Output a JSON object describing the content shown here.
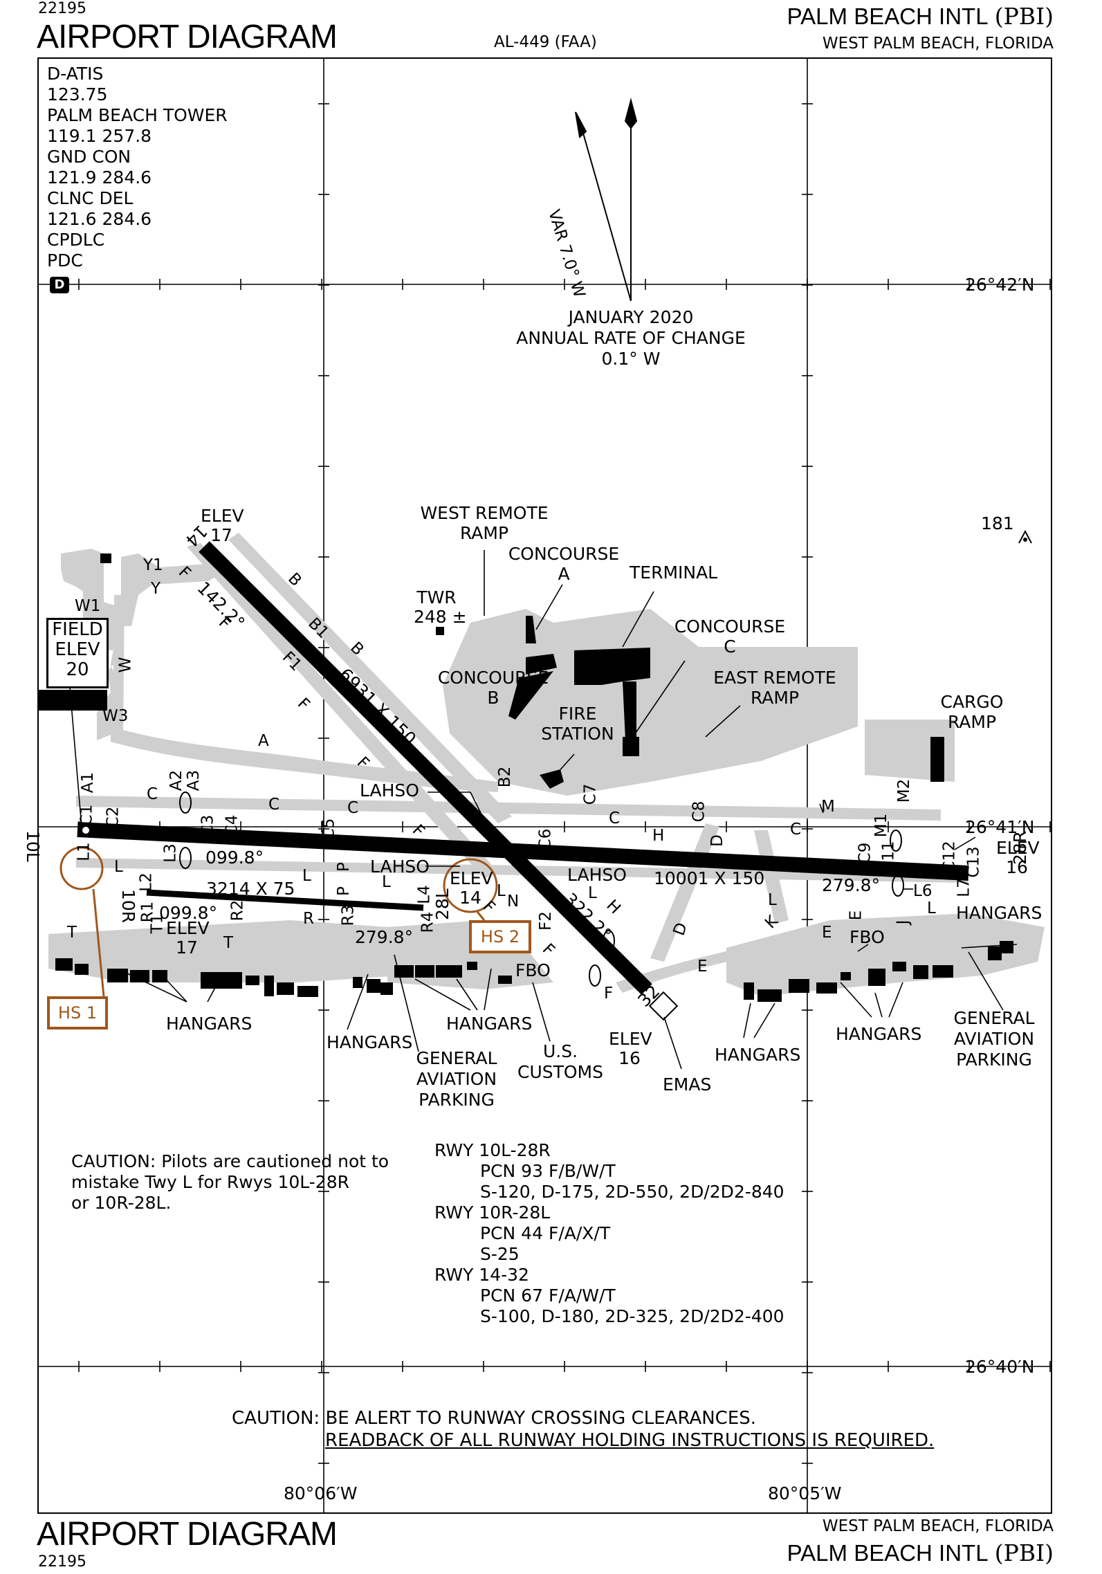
{
  "header": {
    "chart_id": "22195",
    "title": "AIRPORT DIAGRAM",
    "al_number": "AL-449 (FAA)",
    "airport_name": "PALM BEACH INTL",
    "airport_code": "(PBI)",
    "city": "WEST PALM BEACH, FLORIDA"
  },
  "footer": {
    "chart_id": "22195",
    "title": "AIRPORT DIAGRAM",
    "airport_name": "PALM BEACH INTL",
    "airport_code": "(PBI)",
    "city": "WEST PALM BEACH, FLORIDA"
  },
  "frequencies": [
    "D-ATIS",
    "123.75",
    "PALM BEACH TOWER",
    "119.1  257.8",
    "GND CON",
    "121.9  284.6",
    "CLNC DEL",
    "121.6  284.6",
    "CPDLC",
    "PDC"
  ],
  "d_symbol": "D",
  "coordinates": {
    "lat_top": "26°42′N",
    "lat_mid": "26°41′N",
    "lat_bottom": "26°40′N",
    "lon_left": "80°06′W",
    "lon_right": "80°05′W"
  },
  "magnetic": {
    "variation": "VAR 7.0° W",
    "date": "JANUARY 2020",
    "rate_label": "ANNUAL RATE OF CHANGE",
    "rate": "0.1° W"
  },
  "field_elev": {
    "label1": "FIELD",
    "label2": "ELEV",
    "value": "20"
  },
  "obstacle": "181",
  "hot_spots": [
    "HS 1",
    "HS 2"
  ],
  "runways": {
    "rwy14_end": "14",
    "rwy32_end": "32",
    "rwy14_32_dims": "6931 X 150",
    "rwy14_hdg": "142.2°",
    "rwy32_hdg": "322.2°",
    "rwy10L_end": "10L",
    "rwy28R_end": "28R",
    "rwy10L_28R_dims": "10001 X 150",
    "rwy10L_hdg": "099.8°",
    "rwy28R_hdg": "279.8°",
    "rwy10R_end": "10R",
    "rwy28L_end": "28L",
    "rwy10R_28L_dims": "3214 X 75",
    "rwy10R_hdg": "099.8°",
    "rwy28L_hdg": "279.8°"
  },
  "elevations": {
    "e14_label": "ELEV",
    "e14_value": "17",
    "e28R_label": "ELEV",
    "e28R_value": "16",
    "e32_label": "ELEV",
    "e32_value": "16",
    "e10R_label": "ELEV",
    "e10R_value": "17",
    "e28L_label": "ELEV",
    "e28L_value": "14"
  },
  "facilities": {
    "twr": "TWR",
    "twr_elev": "248 ±",
    "west_remote1": "WEST REMOTE",
    "west_remote2": "RAMP",
    "concourse_a1": "CONCOURSE",
    "concourse_a2": "A",
    "terminal": "TERMINAL",
    "concourse_c1": "CONCOURSE",
    "concourse_c2": "C",
    "concourse_b1": "CONCOURSE",
    "concourse_b2": "B",
    "east_remote1": "EAST REMOTE",
    "east_remote2": "RAMP",
    "fire1": "FIRE",
    "fire2": "STATION",
    "cargo1": "CARGO",
    "cargo2": "RAMP",
    "lahso": "LAHSO",
    "hangars": "HANGARS",
    "ga1": "GENERAL",
    "ga2": "AVIATION",
    "ga3": "PARKING",
    "fbo": "FBO",
    "customs1": "U.S.",
    "customs2": "CUSTOMS",
    "emas": "EMAS"
  },
  "taxiways": {
    "Y1": "Y1",
    "Y": "Y",
    "W1": "W1",
    "W": "W",
    "W3": "W3",
    "A": "A",
    "A1": "A1",
    "A2": "A2",
    "A3": "A3",
    "B": "B",
    "B1": "B1",
    "B2": "B2",
    "C": "C",
    "C1": "C1",
    "C2": "C2",
    "C3": "C3",
    "C4": "C4",
    "C5": "C5",
    "C6": "C6",
    "C7": "C7",
    "C8": "C8",
    "C9": "C9",
    "C11": "C11",
    "C12": "C12",
    "C13": "C13",
    "D": "D",
    "E": "E",
    "F": "F",
    "F1": "F1",
    "F2": "F2",
    "H": "H",
    "J": "J",
    "K": "K",
    "L": "L",
    "L1": "L1",
    "L2": "L2",
    "L3": "L3",
    "L4": "L4",
    "L6": "L6",
    "L7": "L7",
    "M": "M",
    "M1": "M1",
    "M2": "M2",
    "N": "N",
    "P": "P",
    "R": "R",
    "R1": "R1",
    "R2": "R2",
    "R3": "R3",
    "R4": "R4",
    "T": "T",
    "T1": "T1"
  },
  "caution_twy": [
    "CAUTION: Pilots are cautioned not to",
    "mistake Twy L for Rwys 10L-28R",
    "or 10R-28L."
  ],
  "pavement": [
    {
      "rwy": "RWY 10L-28R",
      "pcn": "PCN 93 F/B/W/T",
      "wt": "S-120, D-175, 2D-550, 2D/2D2-840"
    },
    {
      "rwy": "RWY 10R-28L",
      "pcn": "PCN 44 F/A/X/T",
      "wt": "S-25"
    },
    {
      "rwy": "RWY 14-32",
      "pcn": "PCN 67 F/A/W/T",
      "wt": "S-100, D-180, 2D-325, 2D/2D2-400"
    }
  ],
  "caution_bottom": {
    "line1": "CAUTION: BE ALERT TO RUNWAY CROSSING CLEARANCES.",
    "line2": "READBACK OF ALL RUNWAY HOLDING INSTRUCTIONS IS REQUIRED."
  },
  "colors": {
    "pavement": "#cfcfcf",
    "hotspot": "#a0571b",
    "ink": "#000000"
  }
}
